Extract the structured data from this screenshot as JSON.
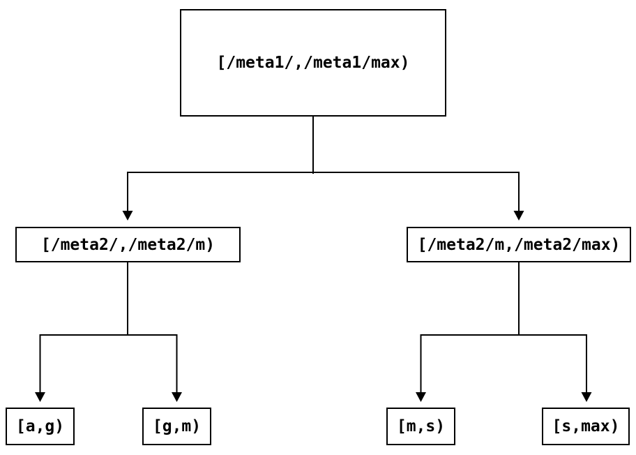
{
  "diagram": {
    "type": "tree",
    "colors": {
      "line": "#000000",
      "box_border": "#000000",
      "box_fill": "#ffffff",
      "text": "#000000",
      "background": "#ffffff"
    },
    "nodes": {
      "root": {
        "label": "[/meta1/,/meta1/max)"
      },
      "left": {
        "label": "[/meta2/,/meta2/m)"
      },
      "right": {
        "label": "[/meta2/m,/meta2/max)"
      },
      "leaf_ag": {
        "label": "[a,g)"
      },
      "leaf_gm": {
        "label": "[g,m)"
      },
      "leaf_ms": {
        "label": "[m,s)"
      },
      "leaf_smax": {
        "label": "[s,max)"
      }
    },
    "edges": [
      {
        "from": "root",
        "to": "left"
      },
      {
        "from": "root",
        "to": "right"
      },
      {
        "from": "left",
        "to": "leaf_ag"
      },
      {
        "from": "left",
        "to": "leaf_gm"
      },
      {
        "from": "right",
        "to": "leaf_ms"
      },
      {
        "from": "right",
        "to": "leaf_smax"
      }
    ]
  }
}
